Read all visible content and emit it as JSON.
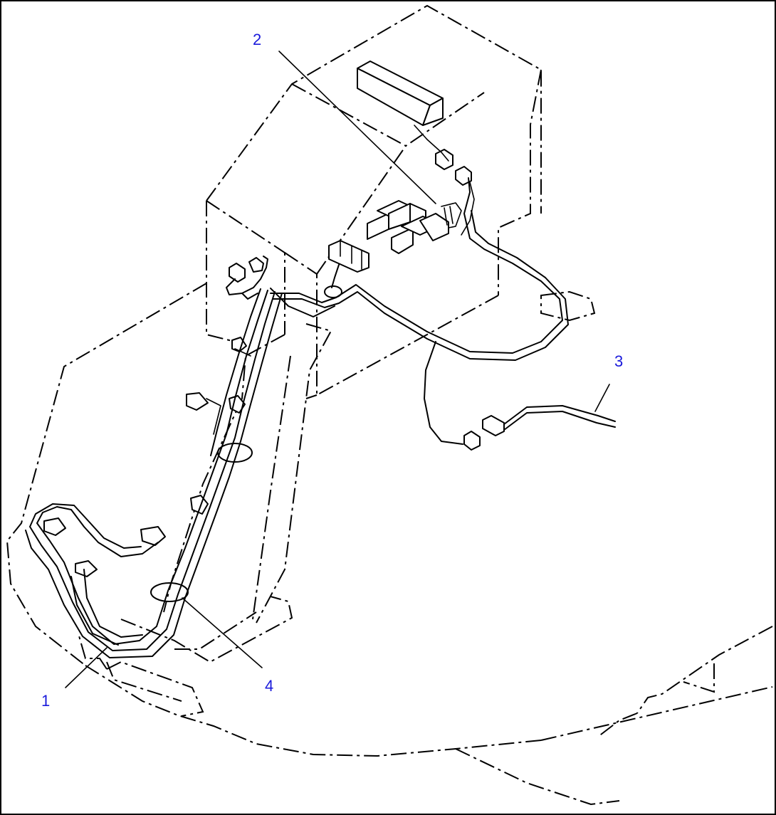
{
  "callouts": {
    "c1": "1",
    "c2": "2",
    "c3": "3",
    "c4": "4"
  },
  "colors": {
    "line": "#000000",
    "callout": "#1a1adb",
    "background": "#ffffff"
  }
}
